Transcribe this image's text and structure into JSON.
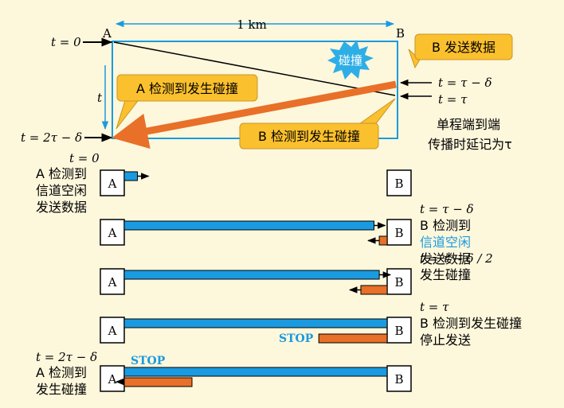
{
  "timeline": {
    "point_a": "A",
    "point_b": "B",
    "distance": "1 km",
    "t0": "t = 0",
    "t_2tau": "t = 2τ − δ",
    "t_axis": "t",
    "t_tau_minus_delta": "t = τ − δ",
    "t_tau": "t = τ",
    "collision_burst": "碰撞",
    "callout_b_send": "B 发送数据",
    "callout_a_detect": "A 检测到发生碰撞",
    "callout_b_detect": "B 检测到发生碰撞",
    "note_line1": "单程端到端",
    "note_line2": "传播时延记为τ"
  },
  "rows": [
    {
      "left_time": "t = 0",
      "left_lines": [
        "A 检测到",
        "信道空闲",
        "发送数据"
      ],
      "right_lines": [],
      "a_bar_fraction": 0.05,
      "b_bar_fraction": 0
    },
    {
      "right_time": "t = τ − δ",
      "right_lines": [
        "B 检测到",
        "信道空闲",
        "发送数据"
      ],
      "a_bar_fraction": 0.95,
      "b_bar_fraction": 0.03
    },
    {
      "right_time": "t = τ − δ / 2",
      "right_lines": [
        "发生碰撞"
      ],
      "a_bar_fraction": 0.97,
      "b_bar_fraction": 0.1
    },
    {
      "right_time": "t = τ",
      "right_lines": [
        "B 检测到发生碰撞",
        "停止发送"
      ],
      "a_bar_fraction": 1.0,
      "b_bar_fraction": 0.26,
      "stop_label": "STOP"
    },
    {
      "left_time": "t = 2τ − δ",
      "left_lines": [
        "A 检测到",
        "发生碰撞"
      ],
      "a_bar_fraction": 1.0,
      "b_bar_fraction": 0.26,
      "stop_label": "STOP"
    }
  ],
  "colors": {
    "background": "#fdf7dc",
    "a_signal": "#1a9ae0",
    "b_signal": "#e87028",
    "callout": "#fbc02d",
    "callout_border": "#c8962a",
    "burst": "#2eaee6",
    "stop_text": "#1a9ae0",
    "highlight_text": "#1a9ae0"
  }
}
